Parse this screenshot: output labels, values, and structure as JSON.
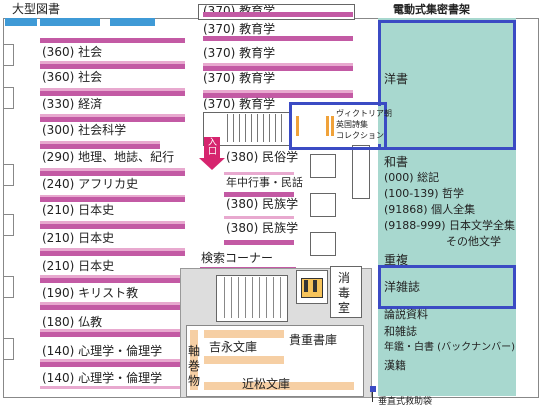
{
  "labels": {
    "large_books": "大型図書",
    "electric_stacks": "電動式集密書架",
    "western_books": "洋書",
    "victorian": [
      "ヴィクトリア朝",
      "英国詩集",
      "コレクション"
    ],
    "japanese_books": "和書",
    "jp_categories": [
      "(000) 総記",
      "(100-139) 哲学",
      "(91868) 個人全集",
      "(9188-999) 日本文学全集",
      "その他文学"
    ],
    "duplicates": "重複",
    "western_magazines": "洋雑誌",
    "jp_bottom": [
      "論説資料",
      "和雑誌",
      "年鑑・白書 (バックナンバー)",
      "漢籍"
    ],
    "entrance": "入口",
    "search_corner": "検索コーナー",
    "fire_room": [
      "消",
      "毒",
      "室"
    ],
    "rare_books": "貴重書庫",
    "yoshinaga": "吉永文庫",
    "scrolls": [
      "軸",
      "巻",
      "物"
    ],
    "chikamatsu": "近松文庫",
    "vertical_evac": "垂直式救助袋"
  },
  "left_shelves": [
    "(360) 社会",
    "(360) 社会",
    "(330) 経済",
    "(300) 社会科学",
    "(290) 地理、地誌、紀行",
    "(240) アフリカ史",
    "(210) 日本史",
    "(210) 日本史",
    "(210) 日本史",
    "(190) キリスト教",
    "(180) 仏教",
    "(140) 心理学・倫理学",
    "(140) 心理学・倫理学"
  ],
  "mid_shelves": [
    "(370) 教育学",
    "(370) 教育学",
    "(370) 教育学",
    "(370) 教育学",
    "(370) 教育学"
  ],
  "folk_shelves": [
    "(380) 民俗学",
    "年中行事・民話",
    "(380) 民族学",
    "(380) 民族学"
  ],
  "colors": {
    "shelf": "#c35aa4",
    "teal": "#a8d8cf",
    "blue": "#3b4bc4",
    "entrance": "#d6246e",
    "orange": "#f6cfa4"
  }
}
